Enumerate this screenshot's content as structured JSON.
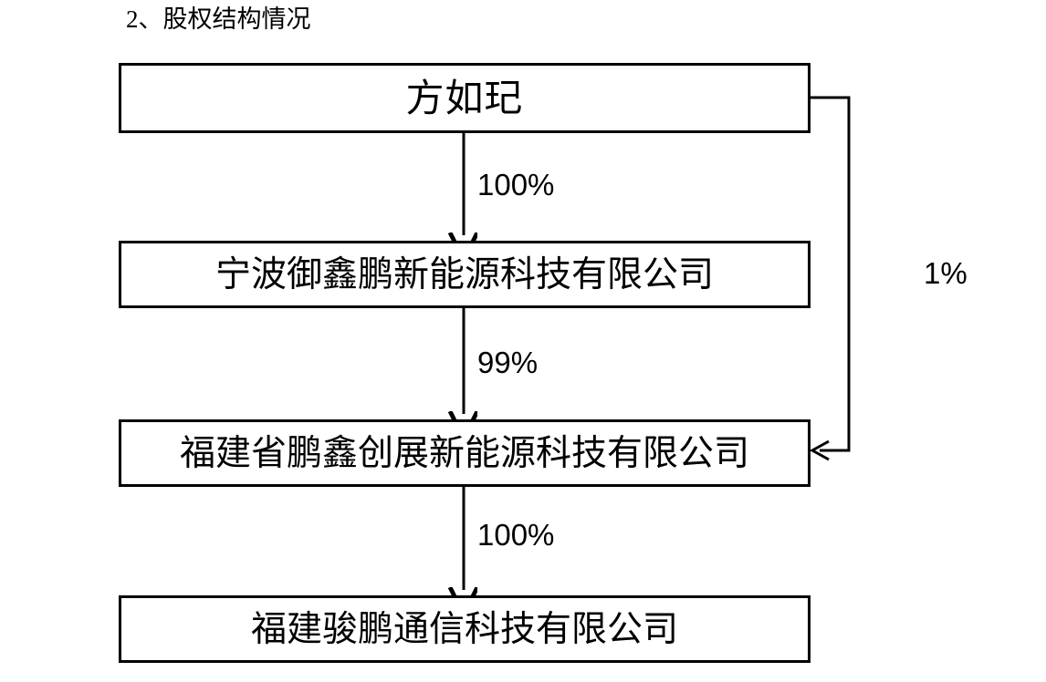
{
  "page": {
    "title": "2、股权结构情况",
    "background_color": "#ffffff",
    "line_color": "#000000"
  },
  "nodes": [
    {
      "id": "person",
      "label": "方如玘"
    },
    {
      "id": "ningbo",
      "label": "宁波御鑫鹏新能源科技有限公司"
    },
    {
      "id": "fujian_pengxin",
      "label": "福建省鹏鑫创展新能源科技有限公司"
    },
    {
      "id": "fujian_junpeng",
      "label": "福建骏鹏通信科技有限公司"
    }
  ],
  "edges": [
    {
      "id": "e1",
      "from": "person",
      "to": "ningbo",
      "label": "100%"
    },
    {
      "id": "e2",
      "from": "ningbo",
      "to": "fujian_pengxin",
      "label": "99%"
    },
    {
      "id": "e3",
      "from": "fujian_pengxin",
      "to": "fujian_junpeng",
      "label": "100%"
    },
    {
      "id": "e4",
      "from": "person",
      "to": "fujian_pengxin",
      "label": "1%"
    }
  ]
}
